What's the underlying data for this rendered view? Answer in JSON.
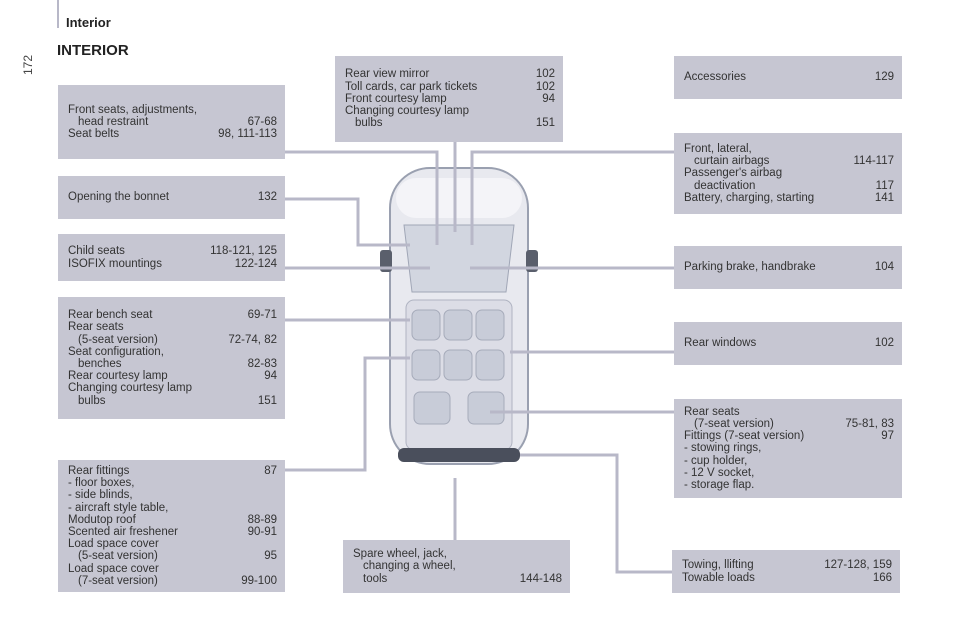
{
  "header": {
    "section": "Interior",
    "title": "INTERIOR",
    "page_number": "172"
  },
  "boxes": {
    "front_seats": [
      {
        "t": "Front seats, adjustments,",
        "p": ""
      },
      {
        "t": "head restraint",
        "p": "67-68",
        "i": 1
      },
      {
        "t": "Seat belts",
        "p": "98, 111-113"
      }
    ],
    "bonnet": [
      {
        "t": "Opening the bonnet",
        "p": "132"
      }
    ],
    "child_seats": [
      {
        "t": "Child seats",
        "p": "118-121, 125"
      },
      {
        "t": "ISOFIX mountings",
        "p": "122-124"
      }
    ],
    "rear_bench": [
      {
        "t": "Rear bench seat",
        "p": "69-71"
      },
      {
        "t": "Rear seats",
        "p": ""
      },
      {
        "t": "(5-seat version)",
        "p": "72-74, 82",
        "i": 1
      },
      {
        "t": "Seat configuration,",
        "p": ""
      },
      {
        "t": "benches",
        "p": "82-83",
        "i": 1
      },
      {
        "t": "Rear courtesy lamp",
        "p": "94"
      },
      {
        "t": "Changing courtesy lamp",
        "p": ""
      },
      {
        "t": "bulbs",
        "p": "151",
        "i": 1
      }
    ],
    "rear_fittings": [
      {
        "t": "Rear fittings",
        "p": "87"
      },
      {
        "t": "-  floor boxes,",
        "p": ""
      },
      {
        "t": "-  side blinds,",
        "p": ""
      },
      {
        "t": "-  aircraft style table,",
        "p": ""
      },
      {
        "t": "Modutop roof",
        "p": "88-89"
      },
      {
        "t": "Scented air freshener",
        "p": "90-91"
      },
      {
        "t": "Load space cover",
        "p": ""
      },
      {
        "t": "(5-seat version)",
        "p": "95",
        "i": 1
      },
      {
        "t": "Load space cover",
        "p": ""
      },
      {
        "t": "(7-seat version)",
        "p": "99-100",
        "i": 1
      }
    ],
    "mirror": [
      {
        "t": "Rear view mirror",
        "p": "102"
      },
      {
        "t": "Toll cards, car park tickets",
        "p": "102"
      },
      {
        "t": "Front courtesy lamp",
        "p": "94"
      },
      {
        "t": "Changing courtesy lamp",
        "p": ""
      },
      {
        "t": "bulbs",
        "p": "151",
        "i": 1
      }
    ],
    "spare": [
      {
        "t": "Spare wheel, jack,",
        "p": ""
      },
      {
        "t": "changing a wheel,",
        "p": "",
        "i": 1
      },
      {
        "t": "tools",
        "p": "144-148",
        "i": 1
      }
    ],
    "accessories": [
      {
        "t": "Accessories",
        "p": "129"
      }
    ],
    "airbags": [
      {
        "t": "Front, lateral,",
        "p": ""
      },
      {
        "t": "curtain airbags",
        "p": "114-117",
        "i": 1
      },
      {
        "t": "Passenger's airbag",
        "p": ""
      },
      {
        "t": "deactivation",
        "p": "117",
        "i": 1
      },
      {
        "t": "Battery, charging, starting",
        "p": "141"
      }
    ],
    "parking": [
      {
        "t": "Parking brake, handbrake",
        "p": "104"
      }
    ],
    "rear_windows": [
      {
        "t": "Rear windows",
        "p": "102"
      }
    ],
    "rear_seats7": [
      {
        "t": "Rear seats",
        "p": ""
      },
      {
        "t": "(7-seat version)",
        "p": "75-81, 83",
        "i": 1
      },
      {
        "t": "Fittings (7-seat version)",
        "p": "97"
      },
      {
        "t": "-  stowing rings,",
        "p": ""
      },
      {
        "t": "-  cup holder,",
        "p": ""
      },
      {
        "t": "-  12 V socket,",
        "p": ""
      },
      {
        "t": "-  storage flap.",
        "p": ""
      }
    ],
    "towing": [
      {
        "t": "Towing, llifting",
        "p": "127-128, 159"
      },
      {
        "t": "Towable loads",
        "p": "166"
      }
    ]
  }
}
